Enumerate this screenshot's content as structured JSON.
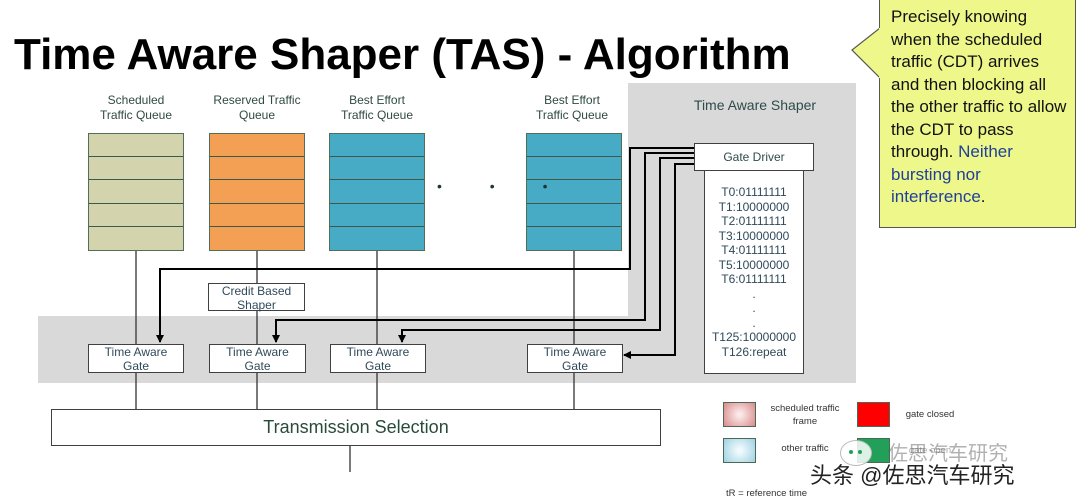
{
  "title": "Time Aware Shaper (TAS) - Algorithm",
  "queues": [
    {
      "label_line1": "Scheduled",
      "label_line2": "Traffic Queue",
      "color": "#d3d3ad"
    },
    {
      "label_line1": "Reserved Traffic",
      "label_line2": "Queue",
      "color": "#f3a055"
    },
    {
      "label_line1": "Best Effort",
      "label_line2": "Traffic Queue",
      "color": "#48abc5"
    },
    {
      "label_line1": "Best Effort",
      "label_line2": "Traffic Queue",
      "color": "#48abc5"
    }
  ],
  "ellipsis": "• • •",
  "shaper_region_label": "Time Aware Shaper",
  "gate_driver": {
    "label": "Gate Driver",
    "schedule": [
      "T0:01111111",
      "T1:10000000",
      "T2:01111111",
      "T3:10000000",
      "T4:01111111",
      "T5:10000000",
      "T6:01111111",
      ".",
      ".",
      ".",
      "T125:10000000",
      "T126:repeat"
    ]
  },
  "credit_based_shaper": {
    "line1": "Credit Based",
    "line2": "Shaper"
  },
  "gates": [
    {
      "line1": "Time Aware",
      "line2": "Gate"
    },
    {
      "line1": "Time Aware",
      "line2": "Gate"
    },
    {
      "line1": "Time Aware",
      "line2": "Gate"
    },
    {
      "line1": "Time Aware",
      "line2": "Gate"
    }
  ],
  "transmission_selection": "Transmission Selection",
  "callout": {
    "text": "Precisely knowing when the scheduled traffic (CDT) arrives and then blocking all the other traffic to allow the CDT to pass through.",
    "highlight": "Neither bursting nor interference",
    "suffix": ".",
    "bg_color": "#eef78a",
    "highlight_color": "#1f3f9a"
  },
  "legend": [
    {
      "label_line1": "scheduled traffic",
      "label_line2": "frame",
      "color": "#e8a0a0"
    },
    {
      "label_line1": "gate closed",
      "label_line2": "",
      "color": "#ff0000"
    },
    {
      "label_line1": "other traffic",
      "label_line2": "",
      "color": "#a9d8e6"
    },
    {
      "label_line1": "gate open",
      "label_line2": "",
      "color": "#22a05a"
    }
  ],
  "reference_note": "tR = reference time",
  "watermark_faint": "佐思汽车研究",
  "watermark": "头条 @佐思汽车研究"
}
